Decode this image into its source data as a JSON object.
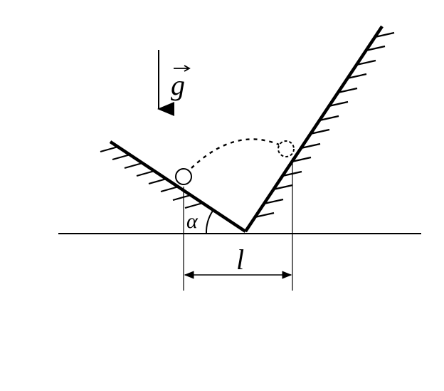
{
  "diagram": {
    "labels": {
      "gravity": "g",
      "angle": "α",
      "distance": "l"
    },
    "colors": {
      "ink": "#000000",
      "background": "#ffffff"
    },
    "elements": {
      "gravity_arrow": "down-arrow",
      "trajectory": "dotted-arc",
      "ball_start": "solid-circle",
      "ball_end": "dashed-circle"
    }
  }
}
